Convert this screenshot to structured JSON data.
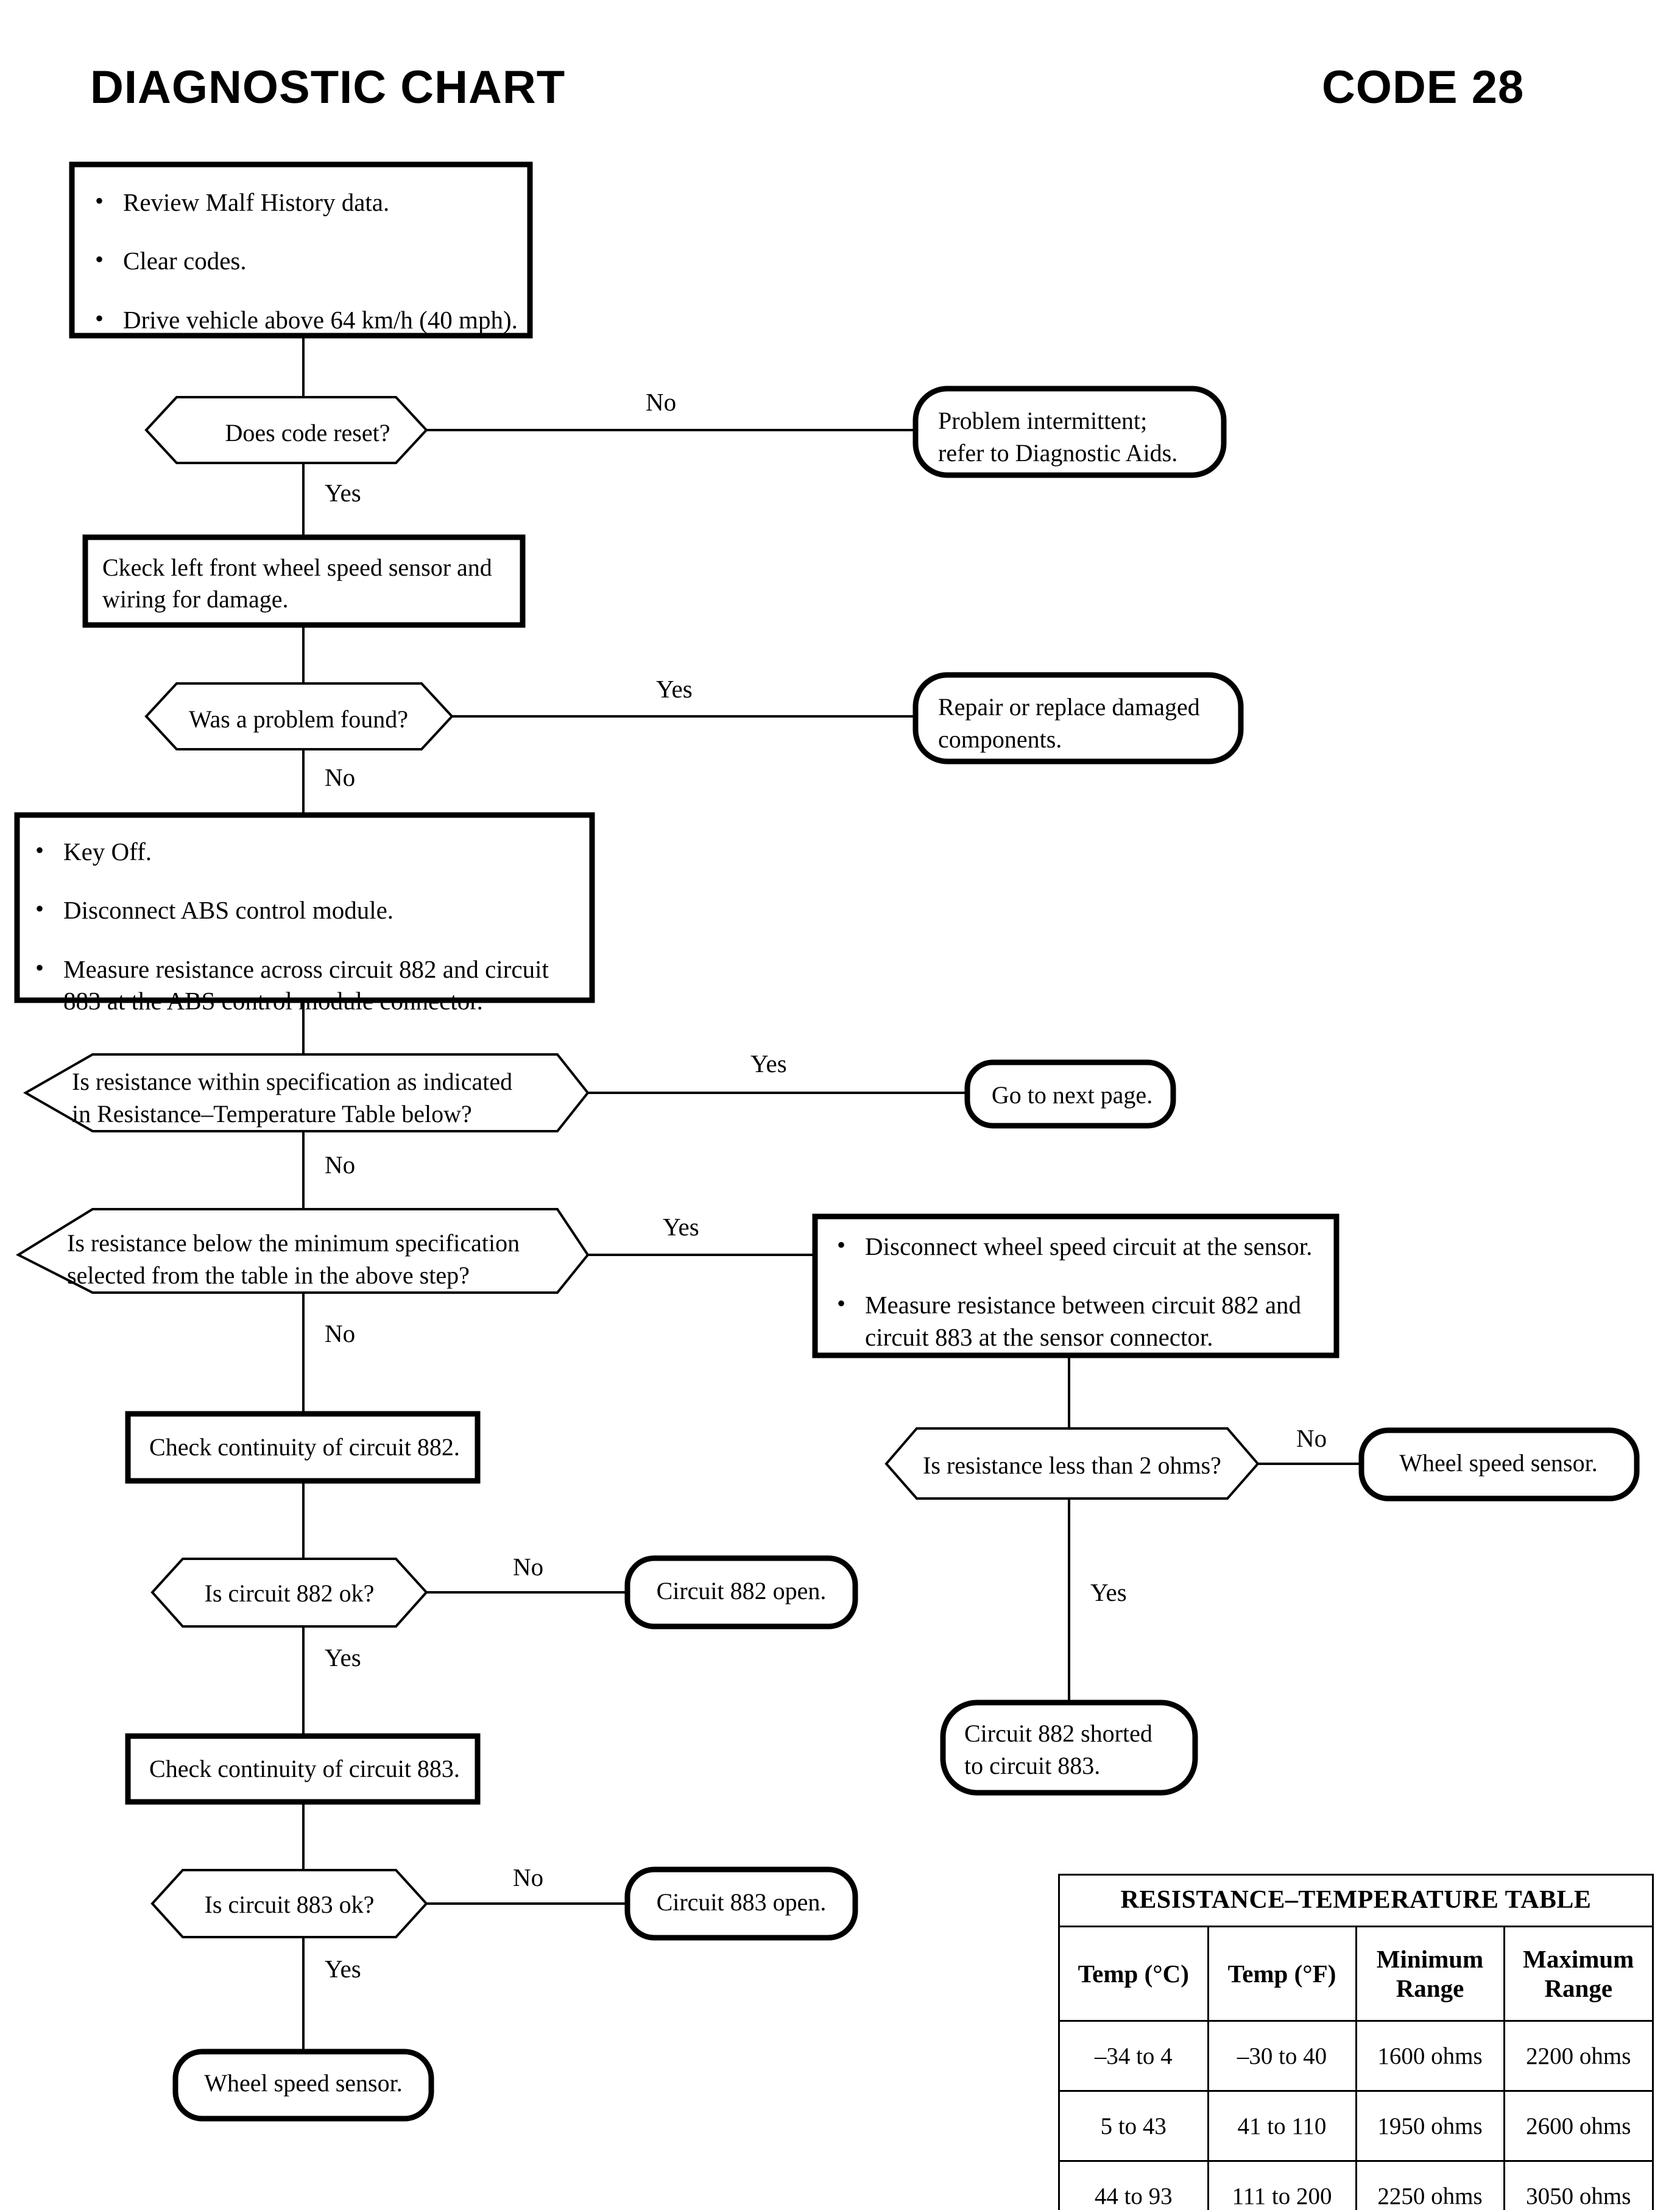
{
  "header": {
    "title": "DIAGNOSTIC CHART",
    "code": "CODE 28"
  },
  "flow": {
    "step1": {
      "type": "process",
      "bullets": [
        "Review Malf History data.",
        "Clear codes.",
        "Drive vehicle above 64 km/h (40 mph)."
      ]
    },
    "decision1": {
      "type": "decision",
      "text": "Does code reset?",
      "branch_label_right": "No",
      "branch_label_down": "Yes"
    },
    "terminal1": {
      "type": "terminal",
      "line1": "Problem intermittent;",
      "line2": "refer to Diagnostic Aids."
    },
    "step2": {
      "type": "process",
      "line1": "Ckeck left front wheel speed sensor and",
      "line2": "wiring for damage."
    },
    "decision2": {
      "type": "decision",
      "text": "Was a problem found?",
      "branch_label_right": "Yes",
      "branch_label_down": "No"
    },
    "terminal2": {
      "type": "terminal",
      "line1": "Repair or replace damaged",
      "line2": "components."
    },
    "step3": {
      "type": "process",
      "bullets": [
        "Key Off.",
        "Disconnect ABS control module.",
        "Measure resistance across circuit 882 and circuit 883 at the ABS control module connector."
      ],
      "bullet3_line1": "Measure resistance across circuit 882 and circuit",
      "bullet3_line2": "883 at the ABS control module connector."
    },
    "decision3": {
      "type": "decision",
      "line1": "Is resistance within specification as indicated",
      "line2": "in Resistance–Temperature Table below?",
      "branch_label_right": "Yes",
      "branch_label_down": "No"
    },
    "terminal3": {
      "type": "terminal",
      "text": "Go to next page."
    },
    "decision4": {
      "type": "decision",
      "line1": "Is resistance below the minimum specification",
      "line2": "selected from the table in the above step?",
      "branch_label_right": "Yes",
      "branch_label_down": "No"
    },
    "step4": {
      "type": "process",
      "bullet1": "Disconnect wheel speed circuit at the sensor.",
      "bullet2_line1": "Measure resistance between circuit 882 and",
      "bullet2_line2": "circuit 883 at the sensor connector."
    },
    "step5": {
      "type": "process",
      "text": "Check continuity of circuit 882."
    },
    "decision5": {
      "type": "decision",
      "text": "Is resistance less than 2 ohms?",
      "branch_label_right": "No",
      "branch_label_down": "Yes"
    },
    "terminal4": {
      "type": "terminal",
      "text": "Wheel speed sensor."
    },
    "decision6": {
      "type": "decision",
      "text": "Is circuit 882 ok?",
      "branch_label_right": "No",
      "branch_label_down": "Yes"
    },
    "terminal5": {
      "type": "terminal",
      "text": "Circuit 882 open."
    },
    "terminal6": {
      "type": "terminal",
      "line1": "Circuit 882 shorted",
      "line2": "to circuit 883."
    },
    "step6": {
      "type": "process",
      "text": "Check continuity of circuit 883."
    },
    "decision7": {
      "type": "decision",
      "text": "Is circuit 883 ok?",
      "branch_label_right": "No",
      "branch_label_down": "Yes"
    },
    "terminal7": {
      "type": "terminal",
      "text": "Circuit 883 open."
    },
    "terminal8": {
      "type": "terminal",
      "text": "Wheel speed sensor."
    }
  },
  "table": {
    "title": "RESISTANCE–TEMPERATURE TABLE",
    "columns": [
      "Temp (°C)",
      "Temp (°F)",
      "Minimum Range",
      "Maximum Range"
    ],
    "columns_split": [
      {
        "l1": "",
        "l2": "Temp (°C)"
      },
      {
        "l1": "",
        "l2": "Temp (°F)"
      },
      {
        "l1": "Minimum",
        "l2": "Range"
      },
      {
        "l1": "Maximum",
        "l2": "Range"
      }
    ],
    "rows": [
      [
        "–34 to 4",
        "–30 to 40",
        "1600 ohms",
        "2200 ohms"
      ],
      [
        "5 to 43",
        "41 to 110",
        "1950 ohms",
        "2600 ohms"
      ],
      [
        "44 to 93",
        "111 to 200",
        "2250 ohms",
        "3050 ohms"
      ]
    ]
  }
}
